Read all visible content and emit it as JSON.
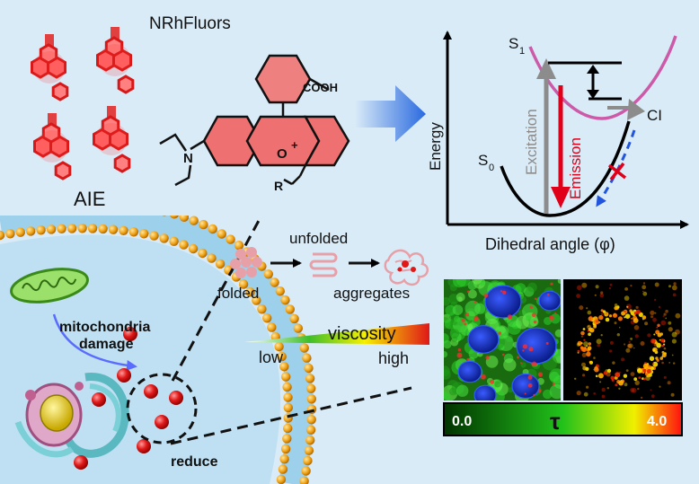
{
  "title": "NRhFluors",
  "aie_label": "AIE",
  "cooh_label": "COOH",
  "n_label": "N",
  "o_label": "O",
  "r_label": "R",
  "plus_label": "+",
  "energy": {
    "ylabel": "Energy",
    "xlabel": "Dihedral angle (φ)",
    "s1": "S",
    "s1_sub": "1",
    "s0": "S",
    "s0_sub": "0",
    "ci": "CI",
    "excitation": "Excitation",
    "emission": "Emission"
  },
  "folding": {
    "folded": "folded",
    "unfolded": "unfolded",
    "aggregates": "aggregates"
  },
  "viscosity": {
    "label": "viscosity",
    "low": "low",
    "high": "high"
  },
  "cell": {
    "mito_label_1": "mitochondria",
    "mito_label_2": "damage",
    "reduce": "reduce"
  },
  "colorbar": {
    "min": "0.0",
    "symbol": "τ",
    "max": "4.0"
  },
  "colors": {
    "background": "#d9ebf7",
    "excitation": "#8c8c8c",
    "emission": "#e0001a",
    "s1_curve": "#cc5aa8",
    "membrane": "#e59a10",
    "probe": "#e02020",
    "relax_arrow": "#2255dd"
  }
}
